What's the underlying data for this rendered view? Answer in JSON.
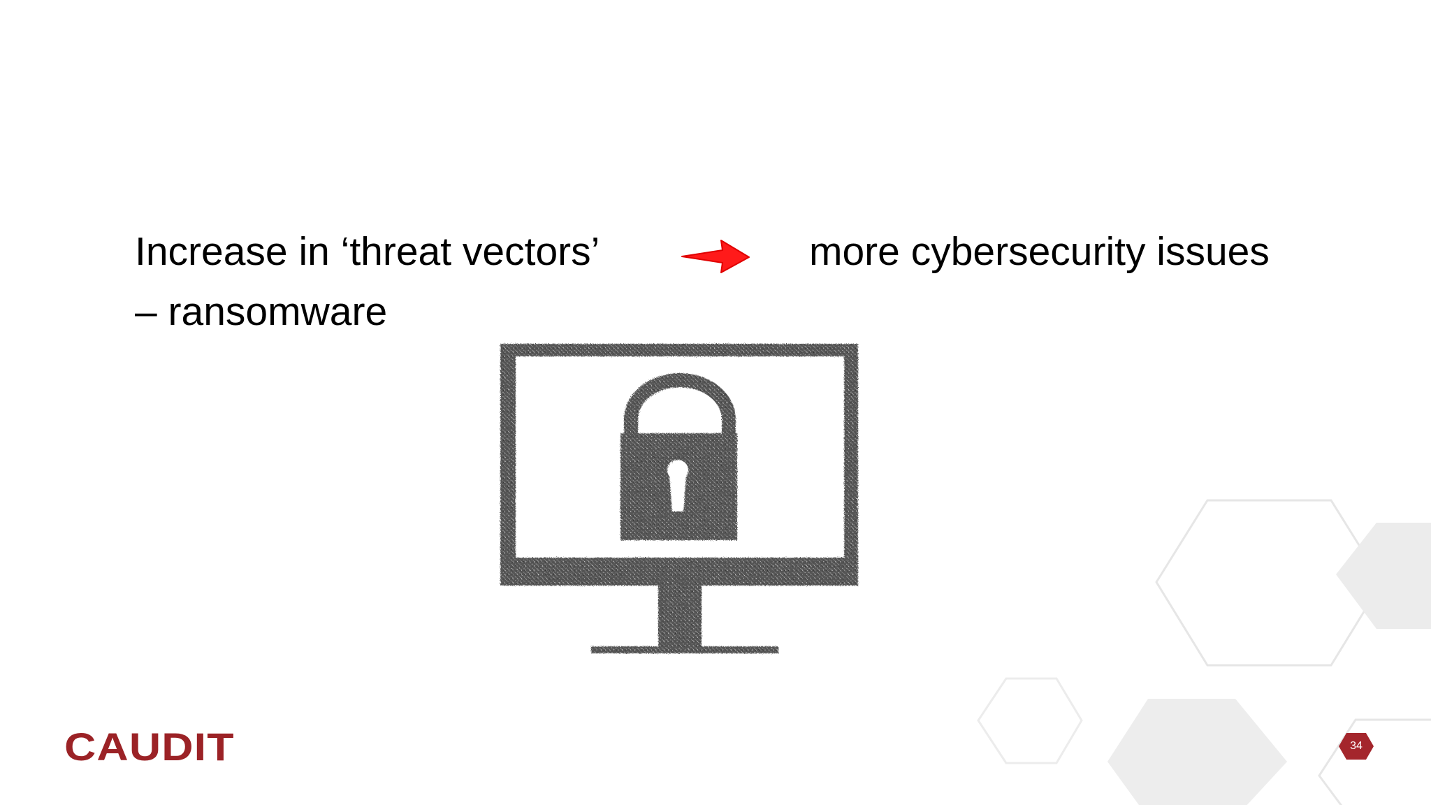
{
  "slide": {
    "heading_left_line1": "Increase in ‘threat vectors’",
    "heading_left_line2": "– ransomware",
    "heading_right": "more cybersecurity issues",
    "page_number": "34"
  },
  "logo": {
    "text": "CAUDIT"
  },
  "icons": {
    "arrow": "right-arrow-icon",
    "illustration": "monitor-padlock-icon"
  },
  "colors": {
    "arrow": "#ff1a1a",
    "brand": "#9b2226",
    "page_badge": "#a4262c",
    "hexagon_fill": "#ececec",
    "hexagon_outline": "#e6e6e6",
    "sketch_dark": "#4a4a4a"
  }
}
